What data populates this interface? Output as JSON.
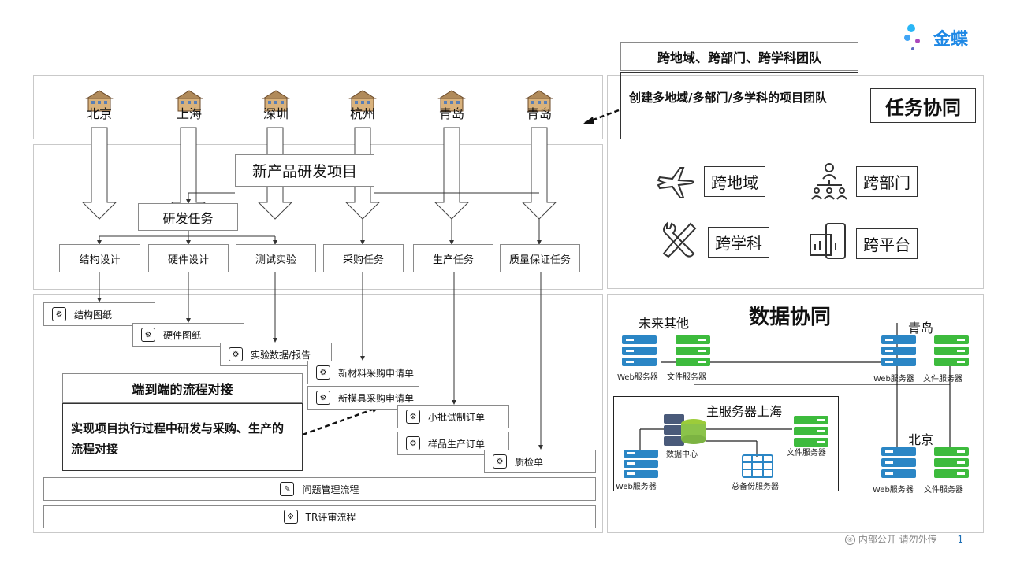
{
  "brand": {
    "logo_text": "金蝶"
  },
  "footer": {
    "confidential": "内部公开 请勿外传",
    "page_number": "1"
  },
  "cross_team": {
    "header": "跨地域、跨部门、跨学科团队",
    "desc": "创建多地域/多部门/多学科的项目团队"
  },
  "task_collab": {
    "title": "任务协同",
    "features": [
      "跨地域",
      "跨部门",
      "跨学科",
      "跨平台"
    ]
  },
  "cities": [
    "北京",
    "上海",
    "深圳",
    "杭州",
    "青岛",
    "青岛"
  ],
  "project": {
    "title": "新产品研发项目",
    "rd_task": "研发任务"
  },
  "tasks": [
    "结构设计",
    "硬件设计",
    "测试实验",
    "采购任务",
    "生产任务",
    "质量保证任务"
  ],
  "docs": [
    "结构图纸",
    "硬件图纸",
    "实验数据/报告",
    "新材料采购申请单",
    "新模具采购申请单",
    "小批试制订单",
    "样品生产订单",
    "质检单"
  ],
  "flows": [
    "问题管理流程",
    "TR评审流程"
  ],
  "e2e": {
    "title": "端到端的流程对接",
    "desc": "实现项目执行过程中研发与采购、生产的流程对接"
  },
  "data_collab": {
    "title": "数据协同",
    "future": "未来其他",
    "qingdao": "青岛",
    "beijing": "北京",
    "main_server": "主服务器上海",
    "web_server": "Web服务器",
    "file_server": "文件服务器",
    "data_center": "数据中心",
    "backup_server": "总备份服务器"
  },
  "colors": {
    "blue": "#2b86c5",
    "green": "#3dbb3d",
    "accent": "#1e88e5"
  }
}
